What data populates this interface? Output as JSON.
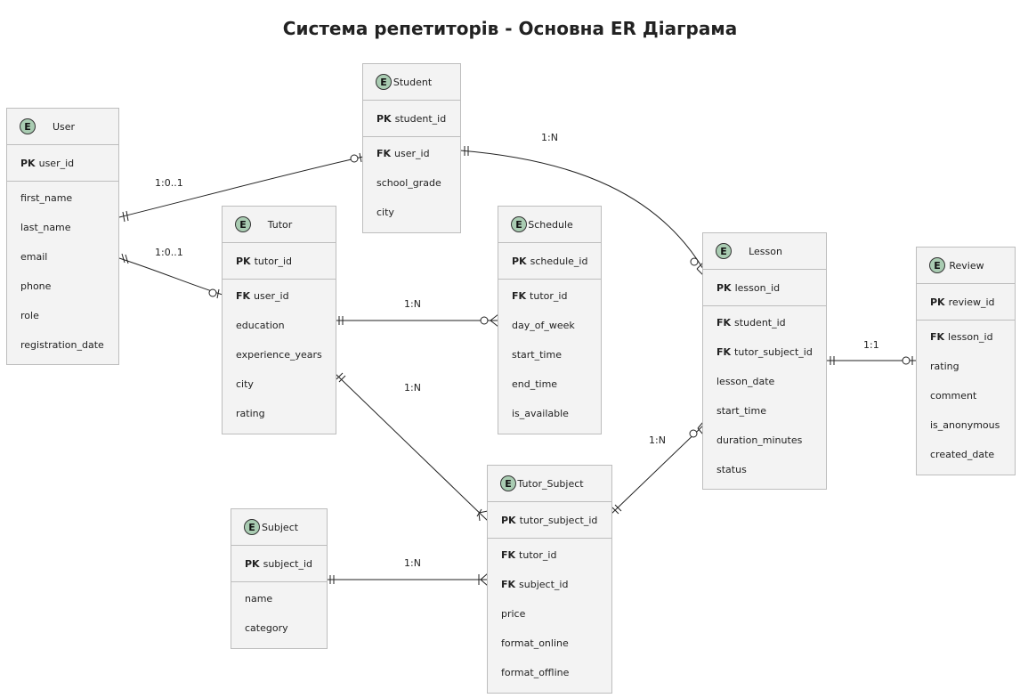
{
  "title": "Система репетиторів - Основна ER Діаграма",
  "entities": {
    "user": {
      "icon": "E",
      "name": "User",
      "pk": "user_id",
      "fields": [
        "first_name",
        "last_name",
        "email",
        "phone",
        "role",
        "registration_date"
      ]
    },
    "student": {
      "icon": "E",
      "name": "Student",
      "pk": "student_id",
      "fk": "user_id",
      "fields": [
        "school_grade",
        "city"
      ]
    },
    "tutor": {
      "icon": "E",
      "name": "Tutor",
      "pk": "tutor_id",
      "fk": "user_id",
      "fields": [
        "education",
        "experience_years",
        "city",
        "rating"
      ]
    },
    "schedule": {
      "icon": "E",
      "name": "Schedule",
      "pk": "schedule_id",
      "fk": "tutor_id",
      "fields": [
        "day_of_week",
        "start_time",
        "end_time",
        "is_available"
      ]
    },
    "lesson": {
      "icon": "E",
      "name": "Lesson",
      "pk": "lesson_id",
      "fk1": "student_id",
      "fk2": "tutor_subject_id",
      "fields": [
        "lesson_date",
        "start_time",
        "duration_minutes",
        "status"
      ]
    },
    "review": {
      "icon": "E",
      "name": "Review",
      "pk": "review_id",
      "fk": "lesson_id",
      "fields": [
        "rating",
        "comment",
        "is_anonymous",
        "created_date"
      ]
    },
    "subject": {
      "icon": "E",
      "name": "Subject",
      "pk": "subject_id",
      "fields": [
        "name",
        "category"
      ]
    },
    "tutor_subject": {
      "icon": "E",
      "name": "Tutor_Subject",
      "pk": "tutor_subject_id",
      "fk1": "tutor_id",
      "fk2": "subject_id",
      "fields": [
        "price",
        "format_online",
        "format_offline"
      ]
    }
  },
  "keywords": {
    "pk": "PK",
    "fk": "FK"
  },
  "relations": {
    "user_student": "1:0..1",
    "user_tutor": "1:0..1",
    "student_lesson": "1:N",
    "tutor_schedule": "1:N",
    "tutor_tutor_subject": "1:N",
    "subject_tutor_subject": "1:N",
    "tutor_subject_lesson": "1:N",
    "lesson_review": "1:1"
  }
}
